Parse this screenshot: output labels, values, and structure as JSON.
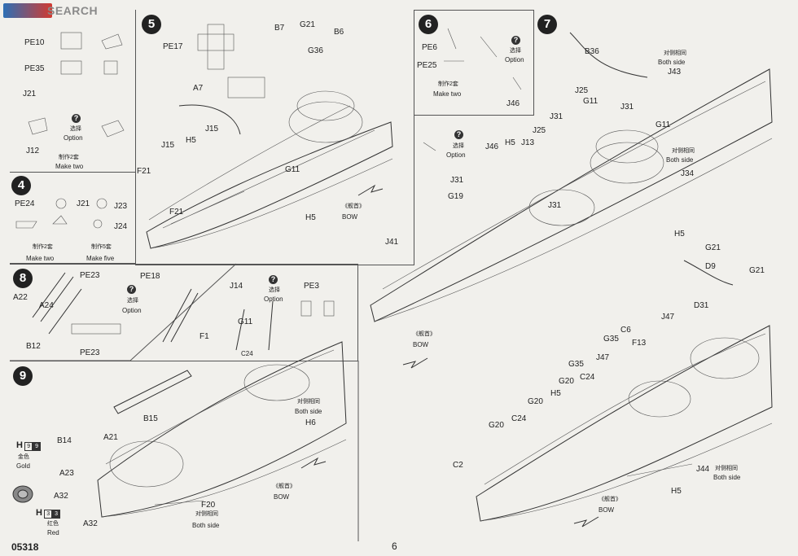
{
  "header": {
    "watermark": "SEARCH",
    "catalog_no": "05318",
    "page_no": "6"
  },
  "common": {
    "option_cn": "选择",
    "option_en": "Option",
    "both_side_cn": "对侧相同",
    "both_side_en": "Both side",
    "bow_cn": "《舰首》",
    "bow_en": "BOW"
  },
  "step_top": {
    "parts": [
      "PE10",
      "PE35",
      "J21",
      "J12"
    ],
    "make_cn": "制作2套",
    "make_en": "Make two"
  },
  "step4": {
    "number": "4",
    "parts": [
      "PE24",
      "J21",
      "J23",
      "J24"
    ],
    "make_two_cn": "制作2套",
    "make_two_en": "Make two",
    "make_five_cn": "制作5套",
    "make_five_en": "Make five"
  },
  "step5": {
    "number": "5",
    "parts": [
      "PE17",
      "B7",
      "G21",
      "B6",
      "G36",
      "A7",
      "J15",
      "H5",
      "J15",
      "F21",
      "F21",
      "G11",
      "H5"
    ]
  },
  "step6": {
    "number": "6",
    "parts": [
      "PE6",
      "PE25",
      "J46"
    ],
    "make_cn": "制作2套",
    "make_en": "Make two"
  },
  "step7": {
    "number": "7",
    "parts": [
      "B36",
      "J43",
      "J25",
      "G11",
      "J31",
      "J31",
      "G11",
      "J25",
      "H5",
      "J13",
      "J46",
      "J34",
      "J31",
      "G19",
      "J31",
      "J41",
      "H5",
      "G21",
      "D9",
      "G21"
    ]
  },
  "step8": {
    "number": "8",
    "parts": [
      "PE23",
      "PE18",
      "A22",
      "A24",
      "B12",
      "PE23"
    ]
  },
  "step9": {
    "number": "9",
    "parts": [
      "J14",
      "PE3",
      "G11",
      "F1",
      "C24",
      "H6",
      "B15",
      "B14",
      "A21",
      "A23",
      "A32",
      "A32",
      "F20"
    ],
    "paint": [
      {
        "code": "H",
        "num": "9",
        "cn": "金色",
        "en": "Gold"
      },
      {
        "code": "H",
        "num": "3",
        "cn": "红色",
        "en": "Red"
      }
    ]
  },
  "step10": {
    "parts": [
      "J47",
      "D31",
      "G35",
      "C6",
      "F13",
      "J47",
      "G35",
      "C24",
      "G20",
      "H5",
      "G20",
      "C24",
      "G20",
      "C2",
      "J44",
      "H5"
    ]
  }
}
